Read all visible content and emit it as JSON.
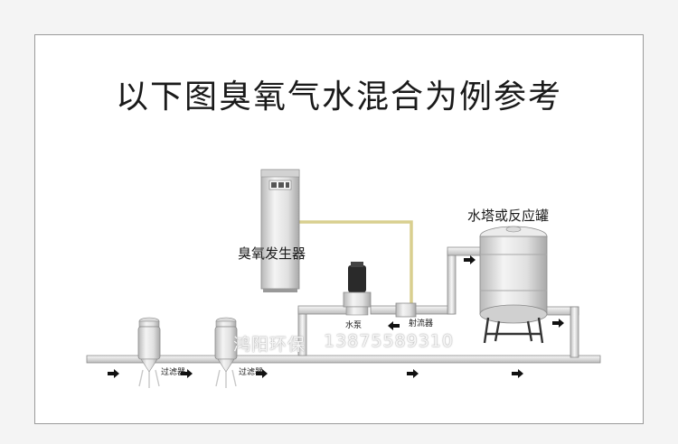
{
  "title": "以下图臭氧气水混合为例参考",
  "labels": {
    "ozone_generator": "臭氧发生器",
    "tower": "水塔或反应罐",
    "pump": "水泵",
    "ejector": "射流器",
    "filter_1": "过滤器",
    "filter_2": "过滤器"
  },
  "watermark": {
    "brand": "鸿阳环保",
    "phone": "13875589310"
  },
  "colors": {
    "pipe": "#e4e4e4",
    "pipe_edge": "#8a8a8a",
    "gas_line": "#d9cf8f",
    "frame": "#9a9a9a"
  }
}
